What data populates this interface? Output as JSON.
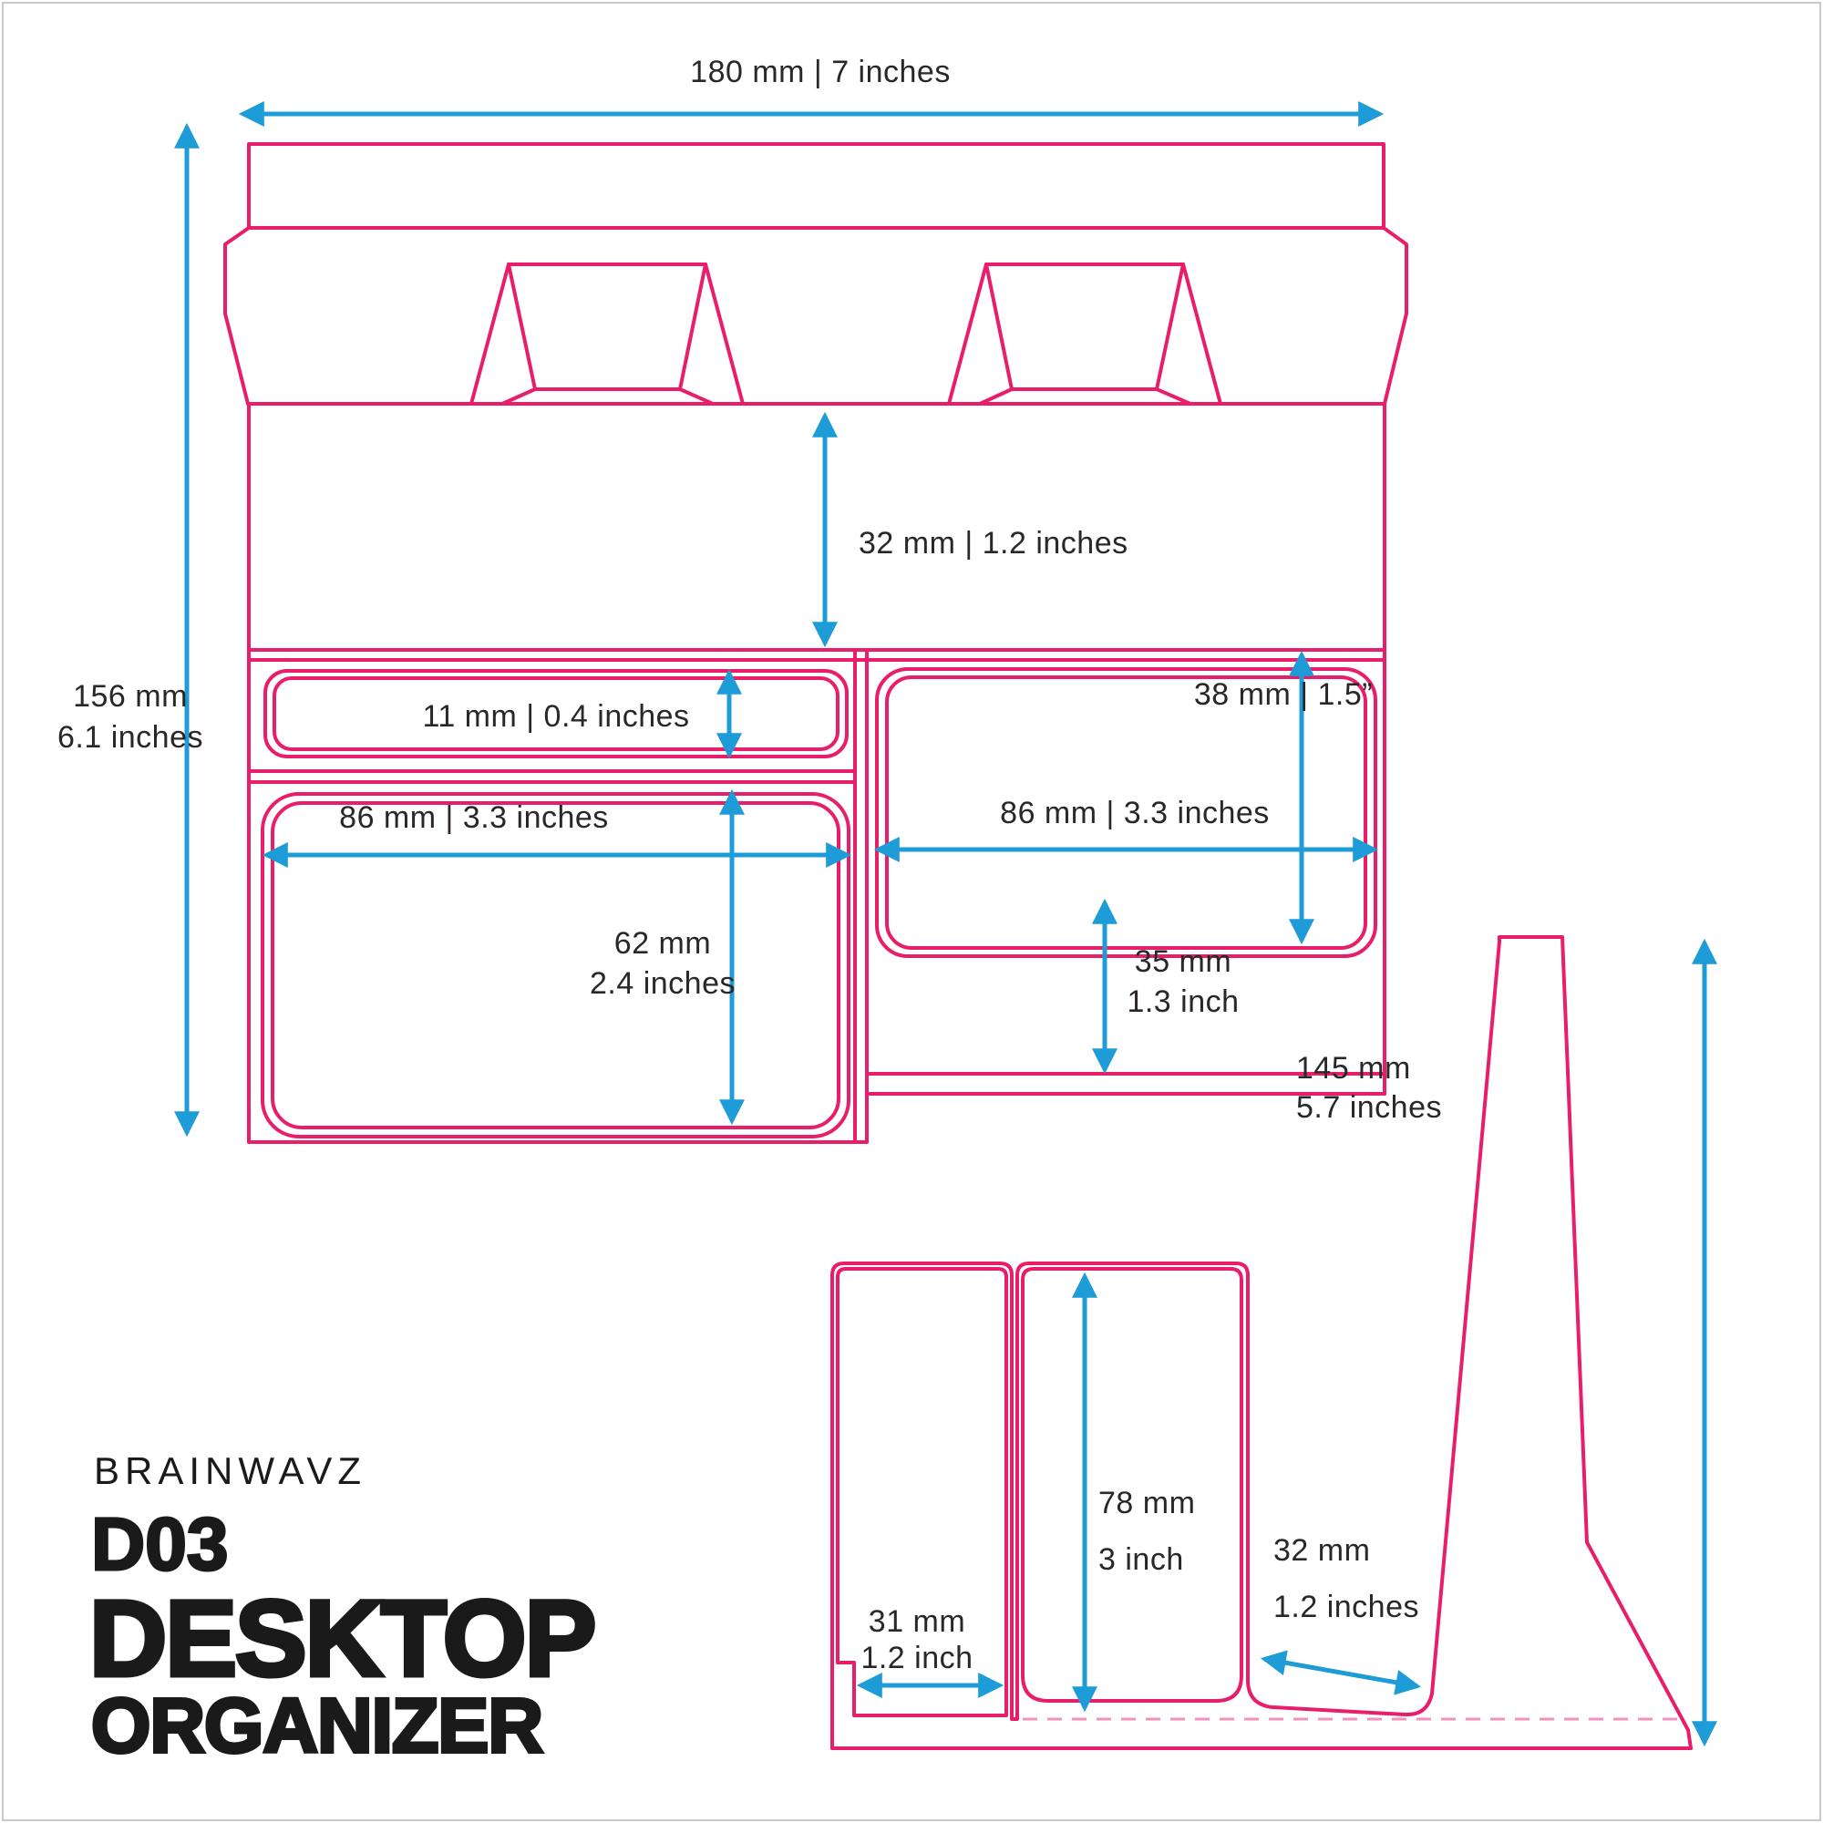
{
  "title_block": {
    "brand": "BRAINWAVZ",
    "model": "D03",
    "product_line1": "DESKTOP",
    "product_line2": "ORGANIZER"
  },
  "colors": {
    "outline_pink": "#E81E6A",
    "dashed_pink": "#F390BB",
    "dimension_cyan": "#1E9CD7",
    "label_dark": "#2B2728",
    "title_black": "#1A1A1A",
    "frame_gray": "#C9C9C9",
    "background": "#FFFFFF"
  },
  "top_view": {
    "overall_width": "180 mm | 7 inches",
    "overall_height_line1": "156 mm",
    "overall_height_line2": "6.1 inches",
    "tray_depth": "32 mm |  1.2 inches",
    "pen_slot_height": "11 mm |  0.4 inches",
    "right_compartment_height": "38 mm |  1.5”",
    "left_compartment_width": "86 mm | 3.3 inches",
    "right_compartment_width": "86 mm |  3.3 inches",
    "left_compartment_depth_line1": "62 mm",
    "left_compartment_depth_line2": "2.4 inches",
    "right_lower_depth_line1": "35 mm",
    "right_lower_depth_line2": "1.3 inch"
  },
  "side_view": {
    "overall_height_line1": "145 mm",
    "overall_height_line2": "5.7 inches",
    "slot_depth_line1": "78 mm",
    "slot_depth_line2": "3 inch",
    "slot_width_line1": "32 mm",
    "slot_width_line2": "1.2 inches",
    "front_slot_width_line1": "31 mm",
    "front_slot_width_line2": "1.2 inch"
  }
}
